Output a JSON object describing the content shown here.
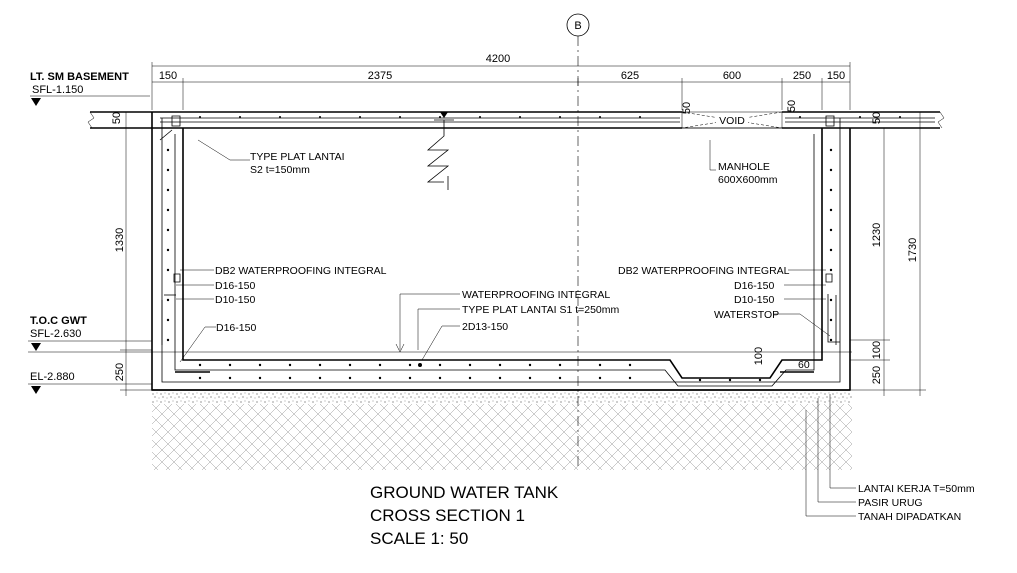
{
  "grid_marker": "B",
  "dimensions": {
    "overall": "4200",
    "top": [
      "150",
      "2375",
      "625",
      "600",
      "250",
      "150"
    ],
    "slab_left": "50",
    "slab_mid": "50",
    "slab_right": "50",
    "slab_far_right": "50",
    "wall_left": "1330",
    "base_left": "250",
    "wall_right_inner": "1230",
    "wall_right_outer": "1730",
    "base_right_a": "100",
    "base_right_b": "250",
    "sump": "100",
    "chamfer": "60"
  },
  "levels": {
    "basement_title": "LT. SM BASEMENT",
    "basement_sfl": "SFL-1.150",
    "toc_title": "T.O.C GWT",
    "toc_sfl": "SFL-2.630",
    "el": "EL-2.880"
  },
  "labels": {
    "void": "VOID",
    "type_plat_s2_line1": "TYPE PLAT LANTAI",
    "type_plat_s2_line2": "S2  t=150mm",
    "manhole_line1": "MANHOLE",
    "manhole_line2": "600X600mm",
    "db2_left": "DB2 WATERPROOFING INTEGRAL",
    "d16_left": "D16-150",
    "d10_left": "D10-150",
    "d16_base": "D16-150",
    "wp_integral": "WATERPROOFING INTEGRAL",
    "type_plat_s1": "TYPE PLAT LANTAI S1  t=250mm",
    "bar_2d13": "2D13-150",
    "db2_right": "DB2 WATERPROOFING INTEGRAL",
    "d16_right": "D16-150",
    "d10_right": "D10-150",
    "waterstop": "WATERSTOP",
    "lantai_kerja": "LANTAI KERJA T=50mm",
    "pasir_urug": "PASIR URUG",
    "tanah": "TANAH DIPADATKAN"
  },
  "title": {
    "line1": "GROUND WATER TANK",
    "line2": "CROSS SECTION 1",
    "line3": "SCALE 1: 50"
  }
}
